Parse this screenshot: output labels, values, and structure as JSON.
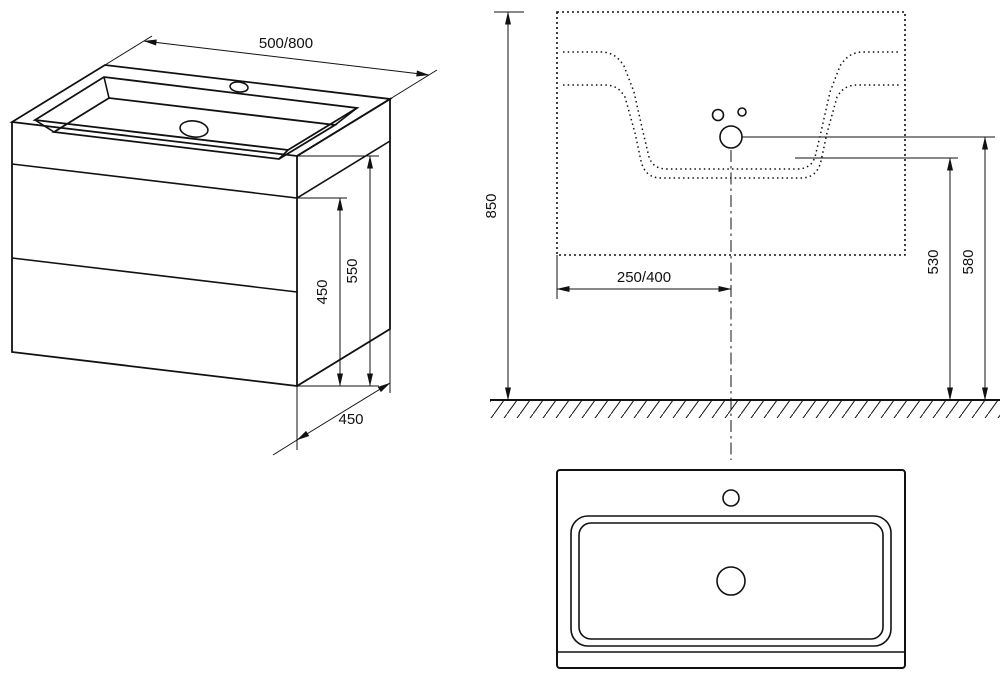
{
  "canvas": {
    "background": "#ffffff",
    "line_color": "#111111"
  },
  "isometric": {
    "width_label": "500/800",
    "total_height_label": "550",
    "cabinet_height_label": "450",
    "depth_label": "450"
  },
  "front": {
    "mounting_height_label": "850",
    "trap_height_label": "530",
    "outlet_height_label": "580",
    "center_offset_label": "250/400"
  }
}
